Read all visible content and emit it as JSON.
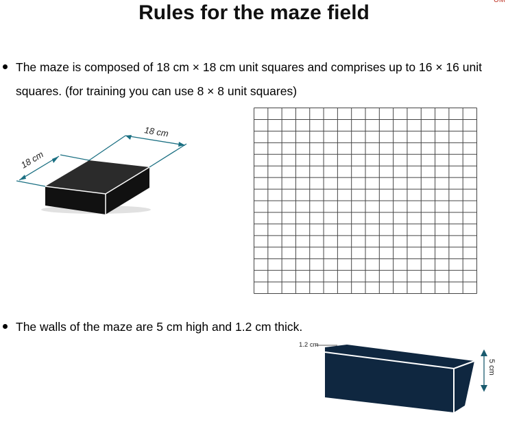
{
  "slide": {
    "title": "Rules for the maze field",
    "corner_mark": "UM"
  },
  "bullets": [
    {
      "line1": "The maze is composed of 18 cm × 18 cm unit squares and comprises up to 16 × 16 unit",
      "line2": "squares. (for training you can use 8 × 8 unit squares)"
    },
    {
      "line1": "The walls of the maze are 5 cm high and 1.2 cm thick."
    }
  ],
  "unit_square_figure": {
    "label_width": "18 cm",
    "label_depth": "18 cm",
    "block_top_color": "#2b2b2b",
    "block_side_color": "#111111"
  },
  "grid_figure": {
    "columns": 16,
    "rows": 16,
    "line_color": "#444444"
  },
  "wall_figure": {
    "label_thickness": "1.2 cm",
    "label_height": "5 cm",
    "wall_color": "#0f2740",
    "arrow_color": "#1a5a6e"
  }
}
